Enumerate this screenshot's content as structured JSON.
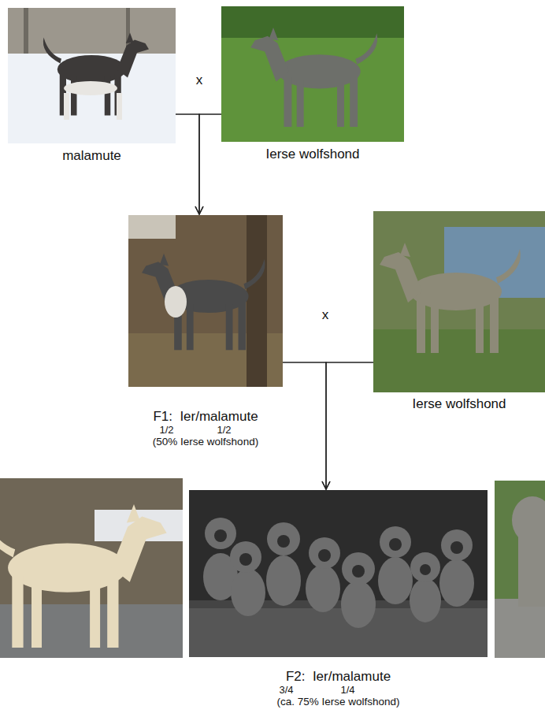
{
  "diagram": {
    "nodes": [
      {
        "text": [
          "malamute"
        ]
      },
      {
        "text": [
          "Ierse wolfshond"
        ]
      },
      {
        "text": [
          "F1:  Ier/malamute",
          "1/2",
          "1/2",
          "(50% Ierse wolfshond)"
        ]
      },
      {
        "text": [
          "Ierse wolfshond"
        ]
      },
      {
        "text": [
          "F2:  Ier/malamute",
          "3/4",
          "1/4",
          "(ca. 75% Ierse wolfshond)"
        ]
      }
    ],
    "edges": [
      {
        "from": 0,
        "to": 2,
        "arrow": "to"
      },
      {
        "from": 1,
        "to": 2,
        "arrow": "to"
      },
      {
        "from": 2,
        "to": 4,
        "arrow": "to"
      },
      {
        "from": 3,
        "to": 4,
        "arrow": "to"
      }
    ],
    "labels": [
      "x",
      "x"
    ]
  }
}
